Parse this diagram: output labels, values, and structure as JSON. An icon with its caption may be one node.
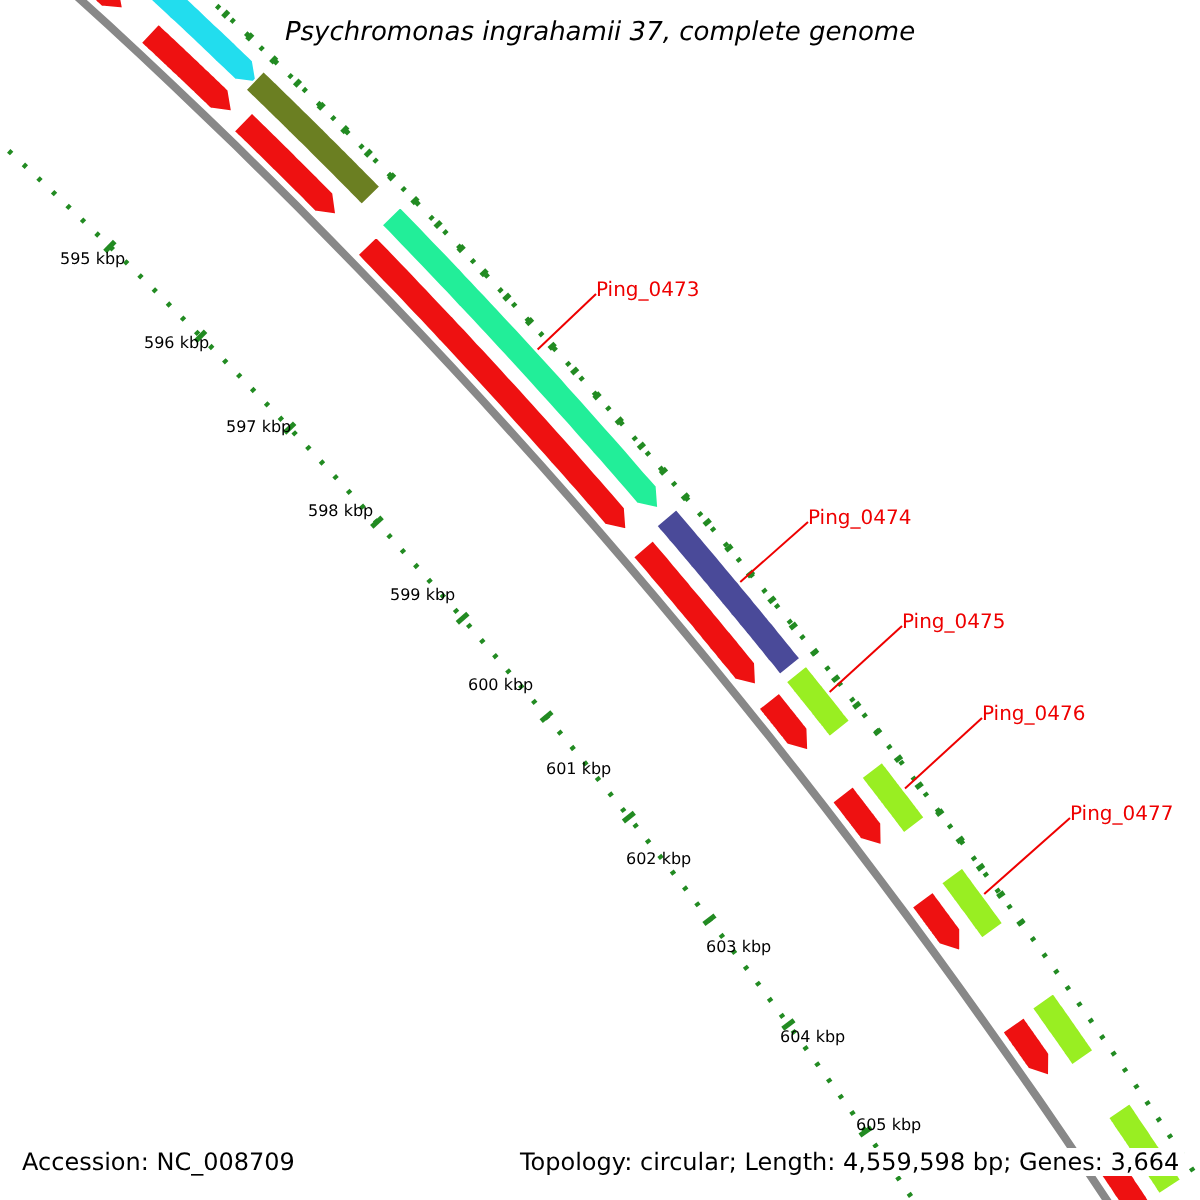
{
  "diagram": {
    "title": "Psychromonas ingrahamii 37, complete genome",
    "nodes": [
      {
        "text": [
          "Ping_0473"
        ]
      },
      {
        "text": [],
        "shape": "bar"
      },
      {
        "text": [
          "Ping_0474"
        ]
      },
      {
        "text": [],
        "shape": "bar"
      },
      {
        "text": [
          "Ping_0475"
        ]
      },
      {
        "text": [],
        "shape": "bar"
      },
      {
        "text": [
          "Ping_0476"
        ]
      },
      {
        "text": [],
        "shape": "bar"
      },
      {
        "text": [
          "Ping_0477"
        ]
      },
      {
        "text": [],
        "shape": "bar"
      },
      {
        "text": [],
        "shape": "bar"
      },
      {
        "text": [],
        "shape": "bar"
      }
    ],
    "edges": [
      {
        "from": 0,
        "to": 1,
        "arrow": "none"
      },
      {
        "from": 2,
        "to": 3,
        "arrow": "none"
      },
      {
        "from": 4,
        "to": 5,
        "arrow": "none"
      },
      {
        "from": 6,
        "to": 7,
        "arrow": "none"
      },
      {
        "from": 8,
        "to": 9,
        "arrow": "none"
      }
    ],
    "labels": [
      "595 kbp",
      "596 kbp",
      "597 kbp",
      "598 kbp",
      "599 kbp",
      "600 kbp",
      "601 kbp",
      "602 kbp",
      "603 kbp",
      "604 kbp",
      "605 kbp",
      "Accession: NC_008709",
      "Topology: circular; Length: 4,559,598 bp; Genes: 3,664"
    ]
  }
}
